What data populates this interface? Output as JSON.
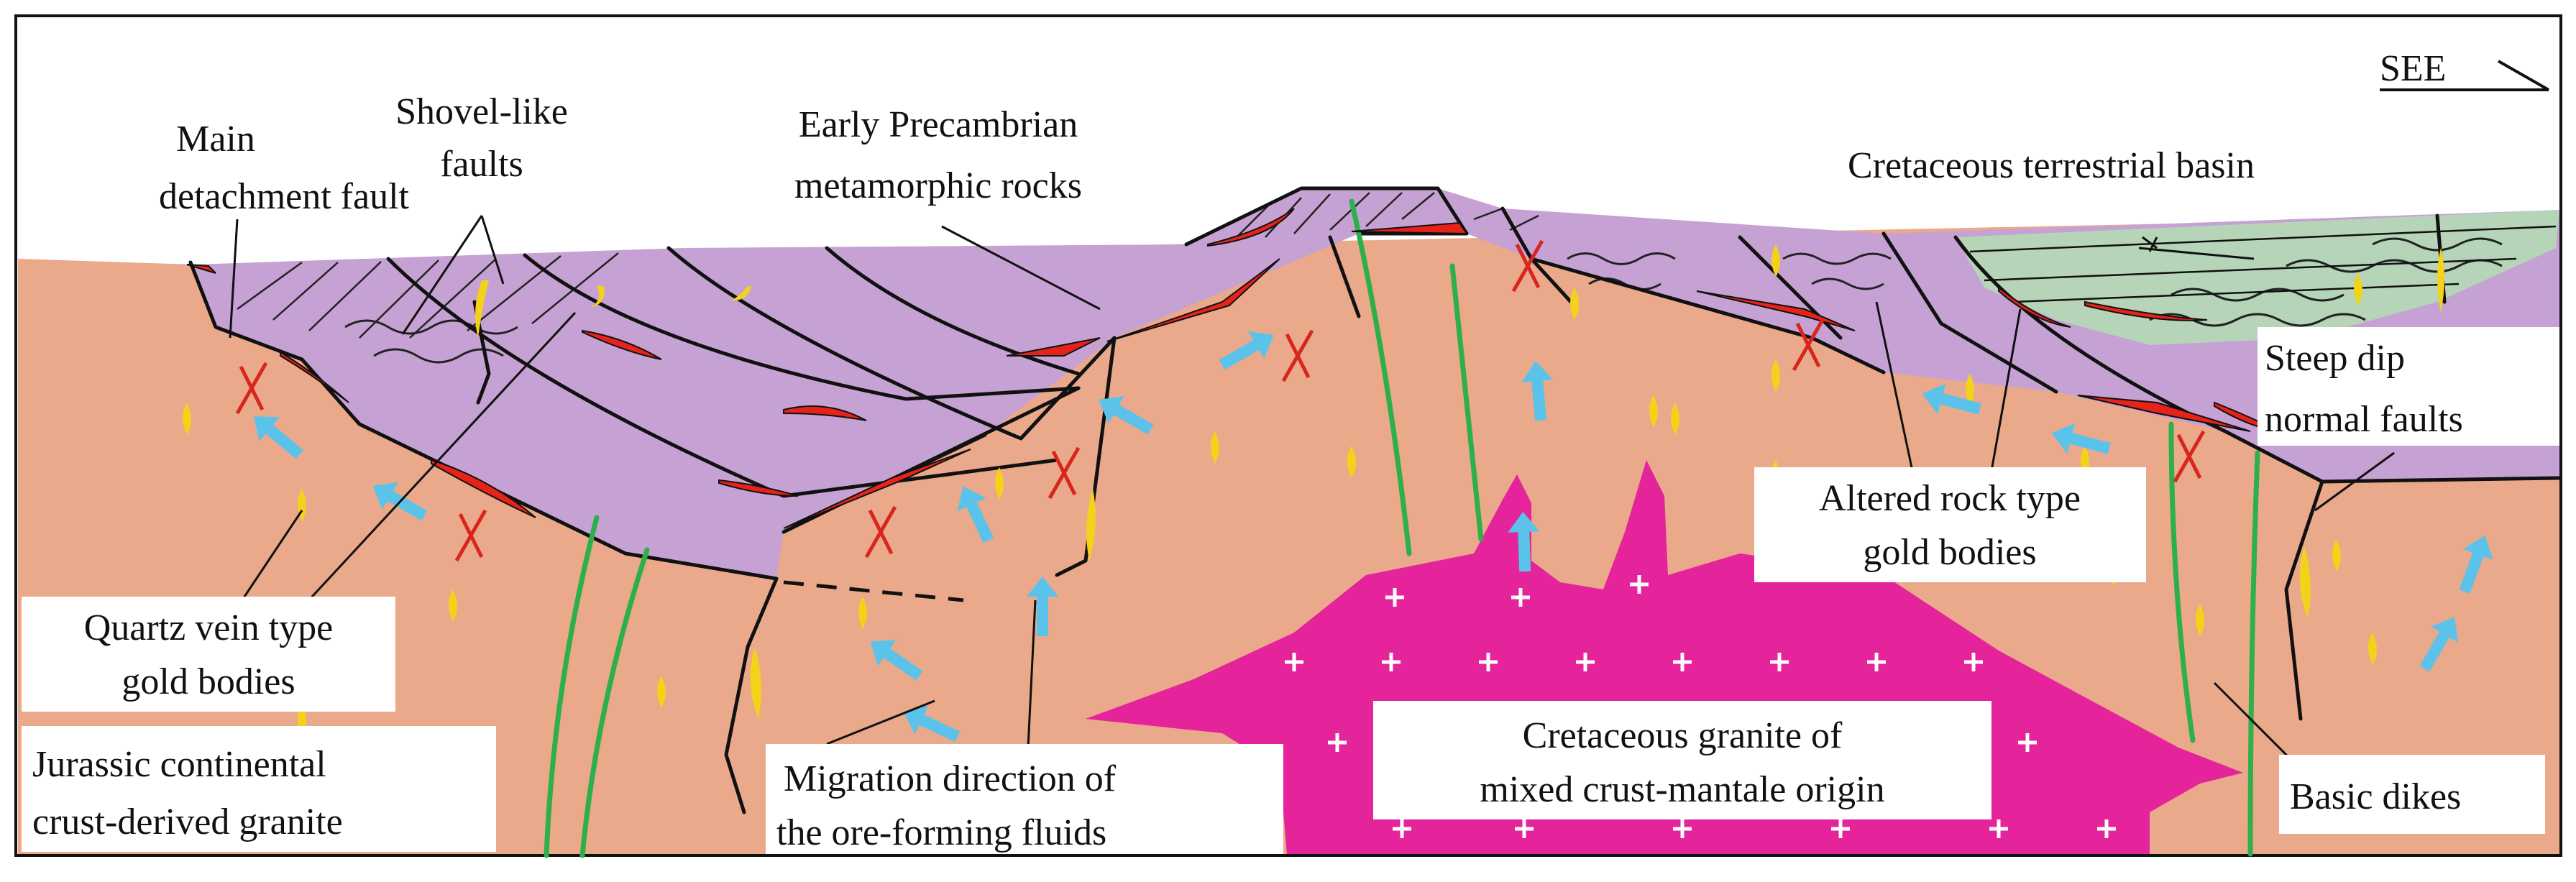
{
  "diagram": {
    "orientation_label": "SEE",
    "labels": {
      "main_detachment_fault": [
        "Main",
        "detachment  fault"
      ],
      "shovel_like_faults": [
        "Shovel-like",
        "faults"
      ],
      "precambrian_rocks": [
        "Early  Precambrian",
        "metamorphic rocks"
      ],
      "cretaceous_basin": "Cretaceous terrestrial basin",
      "steep_dip_faults": [
        "Steep dip",
        "normal faults"
      ],
      "altered_rock_gold": [
        "Altered rock type",
        "gold bodies"
      ],
      "quartz_vein_gold": [
        "Quartz vein type",
        "gold bodies"
      ],
      "jurassic_granite": [
        "Jurassic continental",
        "crust-derived granite"
      ],
      "migration_direction": [
        "Migration direction of",
        "the ore-forming fluids"
      ],
      "cretaceous_granite": [
        "Cretaceous granite of",
        "mixed crust-mantale origin"
      ],
      "basic_dikes": "Basic dikes"
    },
    "colors": {
      "jurassic_granite": "#e9a98a",
      "metamorphic_rocks": "#c5a2d3",
      "cretaceous_granite": "#e5239b",
      "basin": "#b6d4b8",
      "gold_vein": "#f4d21a",
      "altered_gold": "#e5231b",
      "fluid_arrow": "#5bc3ea",
      "dike": "#2db04a"
    }
  }
}
